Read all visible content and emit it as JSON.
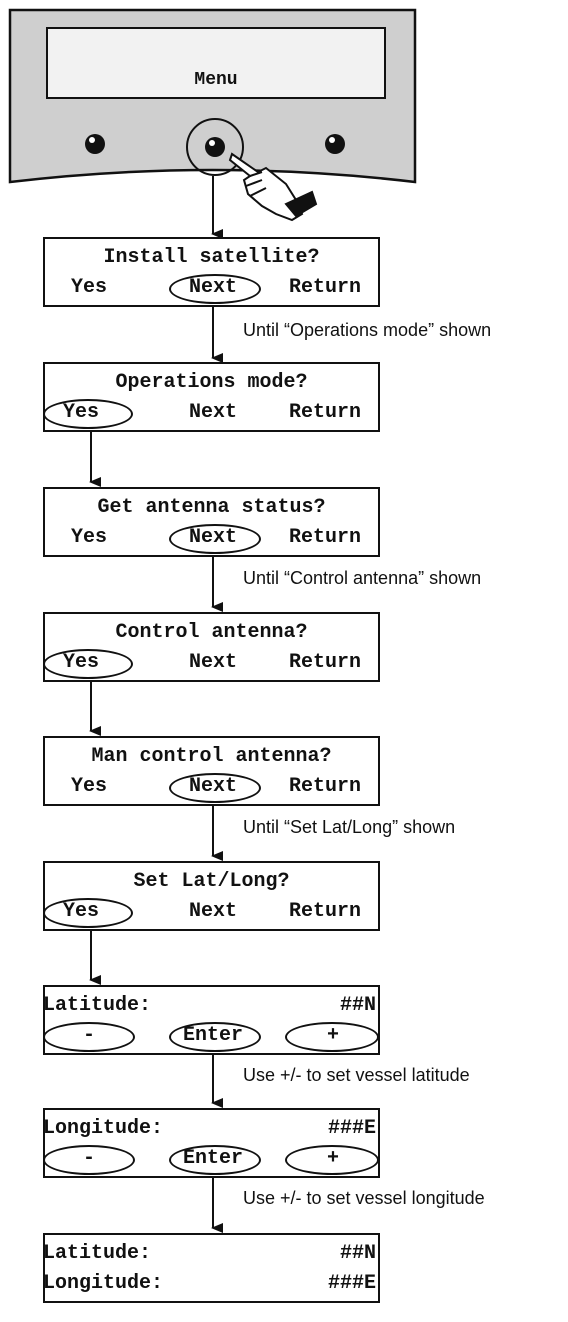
{
  "device": {
    "screen_text": "Menu"
  },
  "screens": [
    {
      "prompt": "Install satellite?",
      "left": "Yes",
      "mid": "Next",
      "right": "Return",
      "selected": "mid"
    },
    {
      "prompt": "Operations mode?",
      "left": "Yes",
      "mid": "Next",
      "right": "Return",
      "selected": "left"
    },
    {
      "prompt": "Get antenna status?",
      "left": "Yes",
      "mid": "Next",
      "right": "Return",
      "selected": "mid"
    },
    {
      "prompt": "Control antenna?",
      "left": "Yes",
      "mid": "Next",
      "right": "Return",
      "selected": "left"
    },
    {
      "prompt": "Man control antenna?",
      "left": "Yes",
      "mid": "Next",
      "right": "Return",
      "selected": "mid"
    },
    {
      "prompt": "Set Lat/Long?",
      "left": "Yes",
      "mid": "Next",
      "right": "Return",
      "selected": "left"
    }
  ],
  "value_screens": [
    {
      "label": "Latitude:",
      "value": "##N",
      "left": "-",
      "mid": "Enter",
      "right": "+"
    },
    {
      "label": "Longitude:",
      "value": "###E",
      "left": "-",
      "mid": "Enter",
      "right": "+"
    }
  ],
  "final_screen": [
    {
      "label": "Latitude:",
      "value": "##N"
    },
    {
      "label": "Longitude:",
      "value": "###E"
    }
  ],
  "notes": [
    "Until “Operations mode” shown",
    "Until “Control antenna” shown",
    "Until “Set Lat/Long” shown",
    "Use +/- to set vessel latitude",
    "Use +/- to set vessel longitude"
  ]
}
